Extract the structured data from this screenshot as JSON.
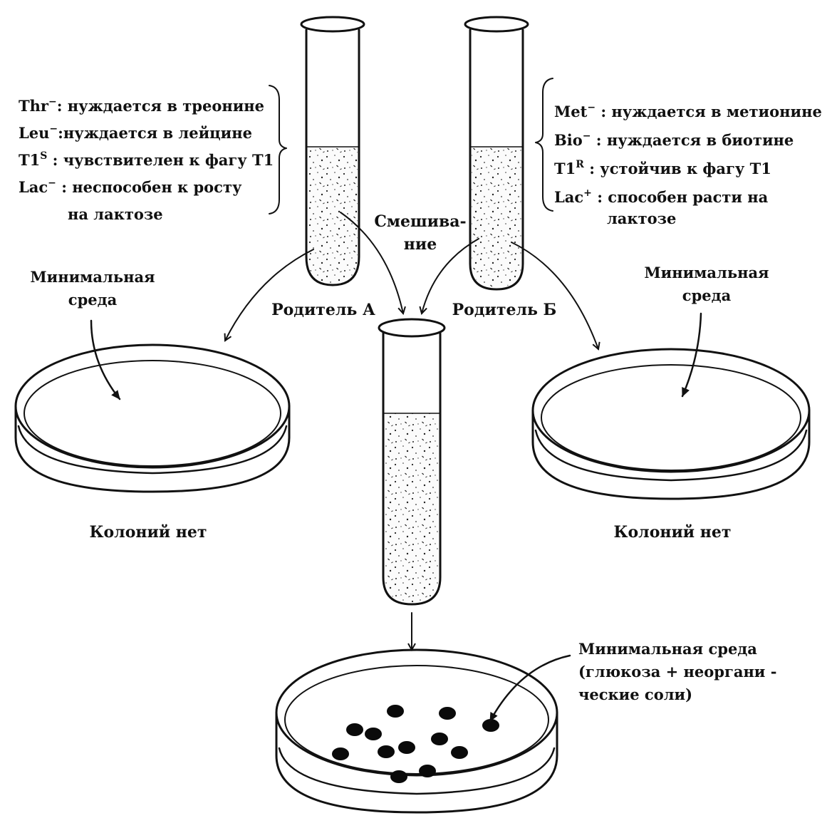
{
  "parent_a": {
    "traits": [
      {
        "code": "Thr",
        "sup": "−",
        "sep": ": ",
        "desc": "нуждается в  треонине"
      },
      {
        "code": "Leu",
        "sup": "−",
        "sep": ":",
        "desc": "нуждается в лейцине"
      },
      {
        "code": "T1",
        "sup": "S",
        "sep": " : ",
        "desc": "чувствителен к фагу T1"
      },
      {
        "code": "Lac",
        "sup": "−",
        "sep": " : ",
        "desc": "неспособен к росту"
      }
    ],
    "trait_continuation": "на лактозе",
    "label": "Родитель А"
  },
  "parent_b": {
    "traits": [
      {
        "code": "Met",
        "sup": "−",
        "sep": " : ",
        "desc": "нуждается в  метионине"
      },
      {
        "code": "Bio",
        "sup": "−",
        "sep": " : ",
        "desc": "нуждается в биотине"
      },
      {
        "code": "T1",
        "sup": "R",
        "sep": " : ",
        "desc": "устойчив к фагу T1"
      },
      {
        "code": "Lac",
        "sup": "+",
        "sep": " : ",
        "desc": "способен расти на"
      }
    ],
    "trait_continuation": "лактозе",
    "label": "Родитель Б"
  },
  "mixing_label": [
    "Смешива-",
    "ние"
  ],
  "left_plate": {
    "medium_label": [
      "Минимальная",
      "среда"
    ],
    "result": "Колоний нет"
  },
  "right_plate": {
    "medium_label": [
      "Минимальная",
      "среда"
    ],
    "result": "Колоний нет"
  },
  "bottom_plate": {
    "medium_label": [
      "Минимальная среда",
      "(глюкоза + неоргани -",
      "ческие соли)"
    ],
    "colony_count": 12
  }
}
